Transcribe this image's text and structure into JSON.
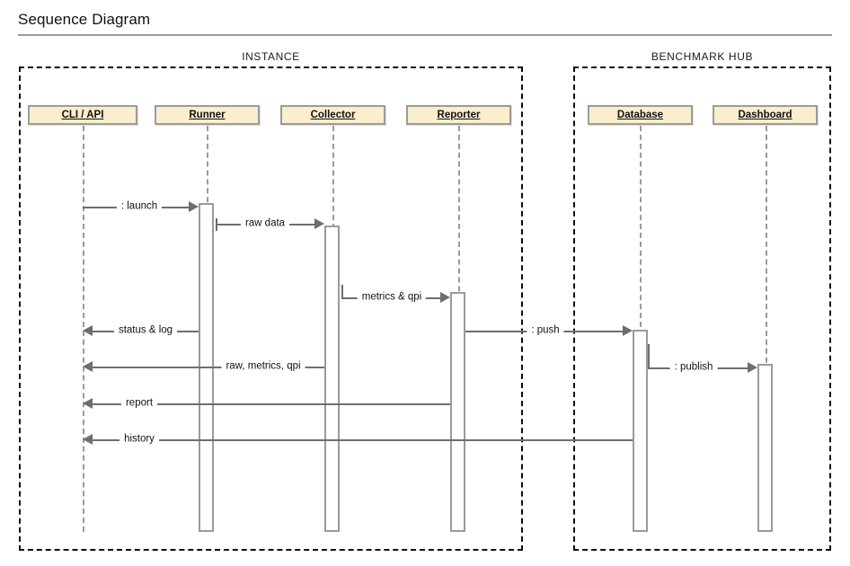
{
  "title": "Sequence Diagram",
  "frames": [
    {
      "name": "instance",
      "label": "INSTANCE"
    },
    {
      "name": "benchmark-hub",
      "label": "BENCHMARK HUB"
    }
  ],
  "participants": [
    {
      "id": "cli",
      "label": "CLI / API"
    },
    {
      "id": "runner",
      "label": "Runner"
    },
    {
      "id": "collector",
      "label": "Collector"
    },
    {
      "id": "reporter",
      "label": "Reporter"
    },
    {
      "id": "database",
      "label": "Database"
    },
    {
      "id": "dashboard",
      "label": "Dashboard"
    }
  ],
  "messages": [
    {
      "id": "launch",
      "label": ": launch",
      "from": "cli",
      "to": "runner",
      "direction": "right"
    },
    {
      "id": "raw-data",
      "label": "raw data",
      "from": "runner",
      "to": "collector",
      "direction": "right"
    },
    {
      "id": "metrics-qpi",
      "label": "metrics & qpi",
      "from": "collector",
      "to": "reporter",
      "direction": "right"
    },
    {
      "id": "status-log",
      "label": "status & log",
      "from": "runner",
      "to": "cli",
      "direction": "left"
    },
    {
      "id": "push",
      "label": ": push",
      "from": "reporter",
      "to": "database",
      "direction": "right"
    },
    {
      "id": "raw-metrics-qpi",
      "label": "raw, metrics, qpi",
      "from": "collector",
      "to": "cli",
      "direction": "left"
    },
    {
      "id": "publish",
      "label": ": publish",
      "from": "database",
      "to": "dashboard",
      "direction": "right"
    },
    {
      "id": "report",
      "label": "report",
      "from": "reporter",
      "to": "cli",
      "direction": "left"
    },
    {
      "id": "history",
      "label": "history",
      "from": "database",
      "to": "cli",
      "direction": "left"
    }
  ],
  "colors": {
    "participant_fill": "#fbeecd",
    "participant_border": "#9b9b9b",
    "lifeline": "#9a9a9a",
    "message": "#6e6e6e",
    "frame": "#0d0d0d",
    "text": "#111111"
  }
}
